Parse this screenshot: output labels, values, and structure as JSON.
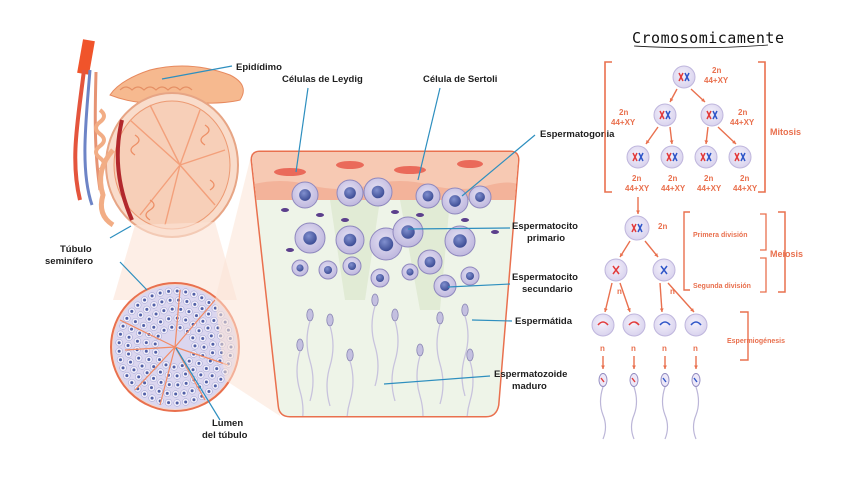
{
  "labels": {
    "epididimo": "Epidídimo",
    "leydig": "Células de Leydig",
    "sertoli": "Célula de Sertoli",
    "espermatogonia": "Espermatogonia",
    "espermatocito_primario_1": "Espermatocito",
    "espermatocito_primario_2": "primario",
    "espermatocito_secundario_1": "Espermatocito",
    "espermatocito_secundario_2": "secundario",
    "espermatida": "Espermátida",
    "espermatozoide_1": "Espermatozoide",
    "espermatozoide_2": "maduro",
    "tubulo_1": "Túbulo",
    "tubulo_2": "seminífero",
    "lumen_1": "Lumen",
    "lumen_2": "del túbulo"
  },
  "scheme": {
    "title": "Cromosomicamente",
    "ploidy_2n": "2n",
    "karyotype": "44+XY",
    "ploidy_n": "n",
    "mitosis": "Mitosis",
    "meiosis": "Meiosis",
    "primera_division": "Primera división",
    "segunda_division": "Segunda división",
    "espermiogenesis": "Espermiogénesis"
  },
  "colors": {
    "accent_orange": "#e9704e",
    "leader_blue": "#2e8fbf",
    "cell_fill": "#d6d0ea",
    "nucleus": "#5464a8",
    "tissue_pink": "#f6c8b6",
    "tissue_green": "#e7f0dc"
  }
}
